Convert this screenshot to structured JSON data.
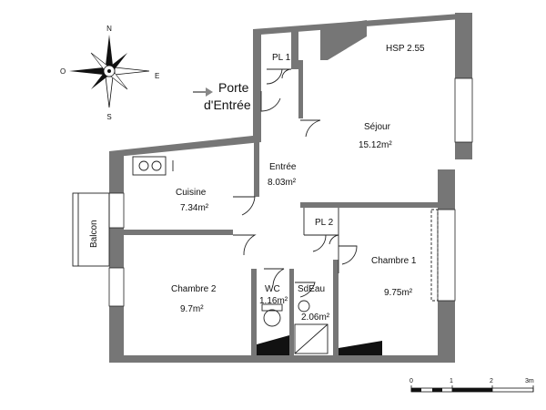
{
  "compass": {
    "n": "N",
    "e": "E",
    "s": "S",
    "o": "O"
  },
  "entrance": {
    "line1": "Porte",
    "line2": "d'Entrée"
  },
  "hsp": "HSP 2.55",
  "rooms": {
    "pl1": {
      "name": "PL 1"
    },
    "sejour": {
      "name": "Séjour",
      "area": "15.12m²"
    },
    "entree": {
      "name": "Entrée",
      "area": "8.03m²"
    },
    "cuisine": {
      "name": "Cuisine",
      "area": "7.34m²"
    },
    "balcon": {
      "name": "Balcon"
    },
    "pl2": {
      "name": "PL 2"
    },
    "chambre1": {
      "name": "Chambre 1",
      "area": "9.75m²"
    },
    "chambre2": {
      "name": "Chambre 2",
      "area": "9.7m²"
    },
    "wc": {
      "name": "WC",
      "area": "1.16m²"
    },
    "sdeau": {
      "name": "SdEau",
      "area": "2.06m²"
    }
  },
  "scale": {
    "t0": "0",
    "t1": "1",
    "t2": "2",
    "t3": "3m"
  },
  "colors": {
    "wall": "#767676",
    "line": "#222222",
    "window": "#ffffff"
  }
}
